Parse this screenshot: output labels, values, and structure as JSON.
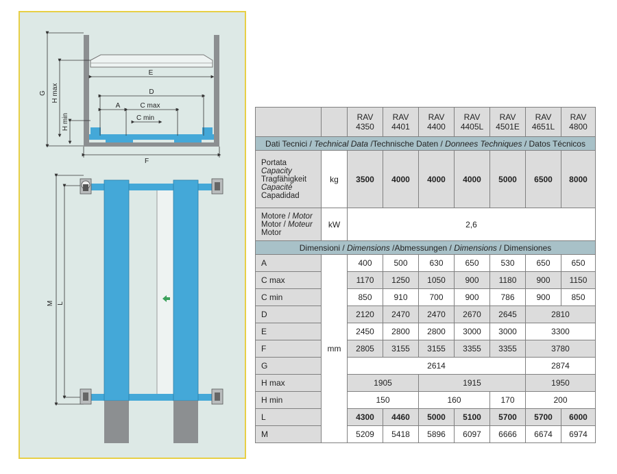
{
  "drawing": {
    "labels": {
      "G": "G",
      "H_max": "H max",
      "H_min": "H min",
      "E": "E",
      "D": "D",
      "A": "A",
      "C_max": "C max",
      "C_min": "C min",
      "F": "F",
      "M": "M",
      "L": "L"
    },
    "colors": {
      "blue": "#44a8d8",
      "grey": "#8c8f91",
      "panel": "#dde9e6",
      "border": "#e7cf45"
    }
  },
  "table": {
    "models": [
      "RAV\n4350",
      "RAV\n4401",
      "RAV\n4400",
      "RAV\n4405L",
      "RAV\n4501E",
      "RAV\n4651L",
      "RAV\n4800"
    ],
    "tech_data": {
      "p1": "Dati Tecnici / ",
      "p2": "Technical Data",
      "p3": " /Technische Daten / ",
      "p4": "Donnees Techniques",
      "p5": " / Datos Técnicos"
    },
    "capacity": {
      "lines": [
        "Portata",
        "Capacity",
        "Tragfähigkeit",
        "Capacité",
        "Capadidad"
      ],
      "unit": "kg",
      "values": [
        "3500",
        "4000",
        "4000",
        "4000",
        "5000",
        "6500",
        "8000"
      ]
    },
    "motor": {
      "l1a": "Motore / ",
      "l1b": "Motor",
      "l2a": "Motor / ",
      "l2b": "Moteur",
      "l3": "Motor",
      "unit": "kW",
      "value": "2,6"
    },
    "dimensions": {
      "p1": "Dimensioni / ",
      "p2": "Dimensions",
      "p3": " /Abmessungen / ",
      "p4": "Dimensions",
      "p5": " / Dimensiones"
    },
    "unit_mm": "mm",
    "rows": {
      "A": {
        "label": "A",
        "values": [
          "400",
          "500",
          "630",
          "650",
          "530",
          "650",
          "650"
        ]
      },
      "Cmax": {
        "label": "C max",
        "values": [
          "1170",
          "1250",
          "1050",
          "900",
          "1180",
          "900",
          "1150"
        ]
      },
      "Cmin": {
        "label": "C min",
        "values": [
          "850",
          "910",
          "700",
          "900",
          "786",
          "900",
          "850"
        ]
      },
      "D": {
        "label": "D",
        "values": [
          "2120",
          "2470",
          "2470",
          "2670",
          "2645",
          "2810"
        ]
      },
      "E": {
        "label": "E",
        "values": [
          "2450",
          "2800",
          "2800",
          "3000",
          "3000",
          "3300"
        ]
      },
      "F": {
        "label": "F",
        "values": [
          "2805",
          "3155",
          "3155",
          "3355",
          "3355",
          "3780"
        ]
      },
      "G": {
        "label": "G",
        "values": [
          "2614",
          "2874"
        ]
      },
      "Hmax": {
        "label": "H max",
        "values": [
          "1905",
          "1915",
          "1950"
        ]
      },
      "Hmin": {
        "label": "H min",
        "values": [
          "150",
          "160",
          "170",
          "200"
        ]
      },
      "L": {
        "label": "L",
        "values": [
          "4300",
          "4460",
          "5000",
          "5100",
          "5700",
          "5700",
          "6000"
        ]
      },
      "M": {
        "label": "M",
        "values": [
          "5209",
          "5418",
          "5896",
          "6097",
          "6666",
          "6674",
          "6974"
        ]
      }
    }
  }
}
